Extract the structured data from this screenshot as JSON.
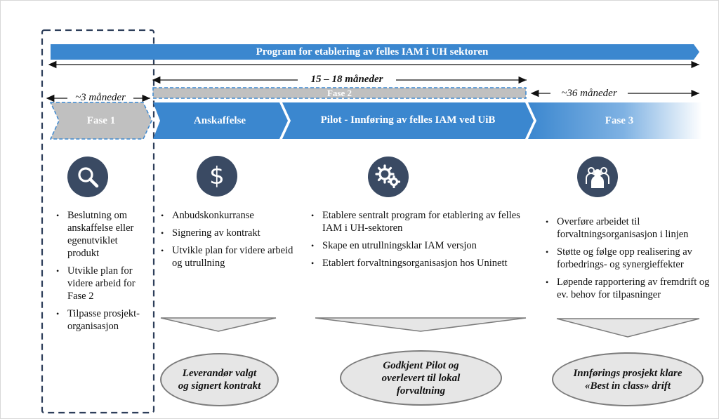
{
  "program_bar": {
    "label": "Program for etablering av felles IAM i UH sektoren"
  },
  "durations": {
    "phase2": "15 – 18 måneder",
    "phase1": "~3 måneder",
    "phase3": "~36 måneder"
  },
  "phase2_bar": {
    "label": "Fase 2"
  },
  "chevrons": [
    {
      "label": "Fase 1"
    },
    {
      "label": "Anskaffelse"
    },
    {
      "label": "Pilot - Innføring av felles IAM ved UiB"
    },
    {
      "label": "Fase 3"
    }
  ],
  "icons": [
    {
      "name": "magnifier-icon"
    },
    {
      "name": "dollar-icon"
    },
    {
      "name": "gears-icon"
    },
    {
      "name": "people-group-icon"
    }
  ],
  "columns": [
    {
      "bullets": [
        "Beslutning om anskaffelse eller egenutviklet produkt",
        "Utvikle plan for videre arbeid for Fase 2",
        "Tilpasse prosjekt-organisasjon"
      ]
    },
    {
      "bullets": [
        "Anbudskonkurranse",
        "Signering av kontrakt",
        "Utvikle plan for videre arbeid og utrullning"
      ]
    },
    {
      "bullets": [
        "Etablere sentralt program for etablering av felles IAM i UH-sektoren",
        "Skape en utrullningsklar IAM versjon",
        "Etablert forvaltningsorganisasjon hos Uninett"
      ]
    },
    {
      "bullets": [
        "Overføre arbeidet til forvaltningsorganisasjon i linjen",
        "Støtte og følge opp realisering av forbedrings- og synergieffekter",
        "Løpende rapportering av fremdrift og ev. behov for tilpasninger"
      ]
    }
  ],
  "outcomes": [
    {
      "text": "Leverandør valgt og signert kontrakt"
    },
    {
      "text": "Godkjent Pilot og overlevert til lokal forvaltning"
    },
    {
      "text": "Innførings prosjekt klare «Best in class» drift"
    }
  ],
  "colors": {
    "blue": "#3b87cf",
    "grey": "#c0c0c0",
    "icon_bg": "#3a4a63",
    "dashed_border": "#2d3e5a"
  }
}
